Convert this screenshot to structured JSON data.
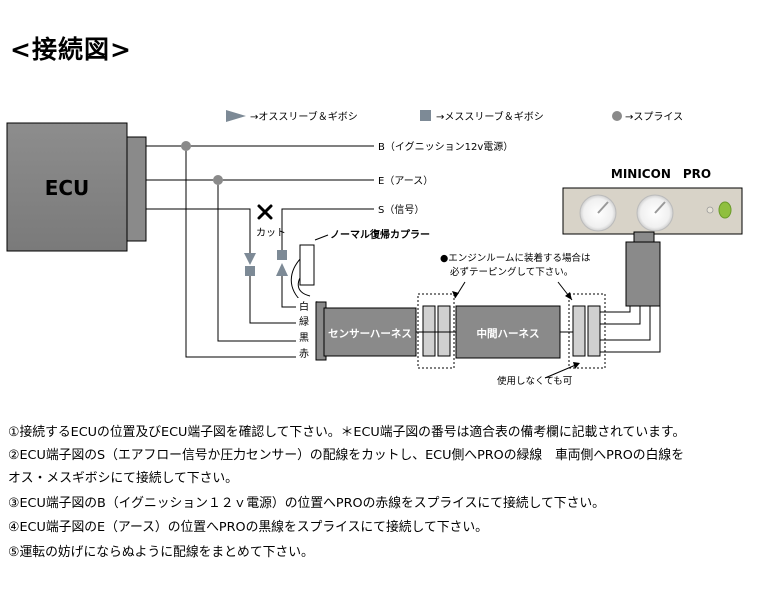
{
  "title": "<接続図>",
  "legend": {
    "male": "→オススリーブ＆ギボシ",
    "female": "→メススリーブ＆ギボシ",
    "splice": "→スプライス"
  },
  "ecu_label": "ECU",
  "wires": {
    "b": "B（イグニッション12v電源）",
    "e": "E（アース）",
    "s": "S（信号）"
  },
  "cut_label": "カット",
  "normal_coupler": "ノーマル復帰カプラー",
  "pro_wires": {
    "white": "白",
    "green": "緑",
    "black": "黒",
    "red": "赤"
  },
  "sensor_harness": "センサーハーネス",
  "mid_harness": "中間ハーネス",
  "engine_note": [
    "●エンジンルームに装着する場合は",
    "必ずテーピングして下さい。"
  ],
  "unused_note": "使用しなくても可",
  "device": "MINICON　PRO",
  "instructions": [
    "①接続するECUの位置及びECU端子図を確認して下さい。＊ECU端子図の番号は適合表の備考欄に記載されています。",
    "②ECU端子図のS（エアフロー信号か圧力センサー）の配線をカットし、ECU側へPROの緑線　車両側へPROの白線を",
    "オス・メスギボシにて接続して下さい。",
    "③ECU端子図のB（イグニッション１２ｖ電源）の位置へPROの赤線をスプライスにて接続して下さい。",
    "④ECU端子図のE（アース）の位置へPROの黒線をスプライスにて接続して下さい。",
    "⑤運転の妨げにならぬように配線をまとめて下さい。"
  ]
}
